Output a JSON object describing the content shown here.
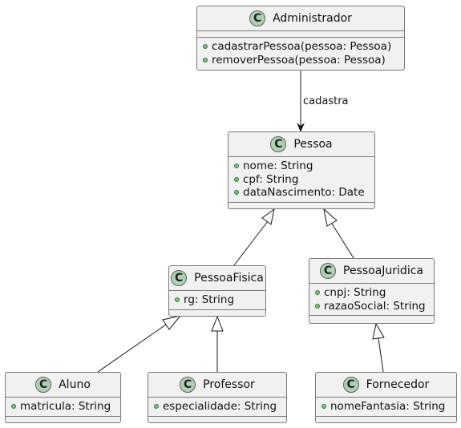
{
  "classes": {
    "administrador": {
      "badge": "C",
      "name": "Administrador",
      "attributes": [],
      "methods": [
        "cadastrarPessoa(pessoa: Pessoa)",
        "removerPessoa(pessoa: Pessoa)"
      ]
    },
    "pessoa": {
      "badge": "C",
      "name": "Pessoa",
      "attributes": [
        "nome: String",
        "cpf: String",
        "dataNascimento: Date"
      ],
      "methods": []
    },
    "pessoaFisica": {
      "badge": "C",
      "name": "PessoaFisica",
      "attributes": [
        "rg: String"
      ],
      "methods": []
    },
    "pessoaJuridica": {
      "badge": "C",
      "name": "PessoaJuridica",
      "attributes": [
        "cnpj: String",
        "razaoSocial: String"
      ],
      "methods": []
    },
    "aluno": {
      "badge": "C",
      "name": "Aluno",
      "attributes": [
        "matricula: String"
      ],
      "methods": []
    },
    "professor": {
      "badge": "C",
      "name": "Professor",
      "attributes": [
        "especialidade: String"
      ],
      "methods": []
    },
    "fornecedor": {
      "badge": "C",
      "name": "Fornecedor",
      "attributes": [
        "nomeFantasia: String"
      ],
      "methods": []
    }
  },
  "relations": [
    {
      "from": "administrador",
      "to": "pessoa",
      "type": "association",
      "label": "cadastra"
    },
    {
      "from": "pessoaFisica",
      "to": "pessoa",
      "type": "generalization",
      "label": ""
    },
    {
      "from": "pessoaJuridica",
      "to": "pessoa",
      "type": "generalization",
      "label": ""
    },
    {
      "from": "aluno",
      "to": "pessoaFisica",
      "type": "generalization",
      "label": ""
    },
    {
      "from": "professor",
      "to": "pessoaFisica",
      "type": "generalization",
      "label": ""
    },
    {
      "from": "fornecedor",
      "to": "pessoaJuridica",
      "type": "generalization",
      "label": ""
    }
  ],
  "colors": {
    "class_fill": "#f1f1f1",
    "class_border": "#7a7a7a",
    "badge_fill": "#add1b2",
    "visibility_public": "#84be84",
    "edge": "#181818"
  }
}
